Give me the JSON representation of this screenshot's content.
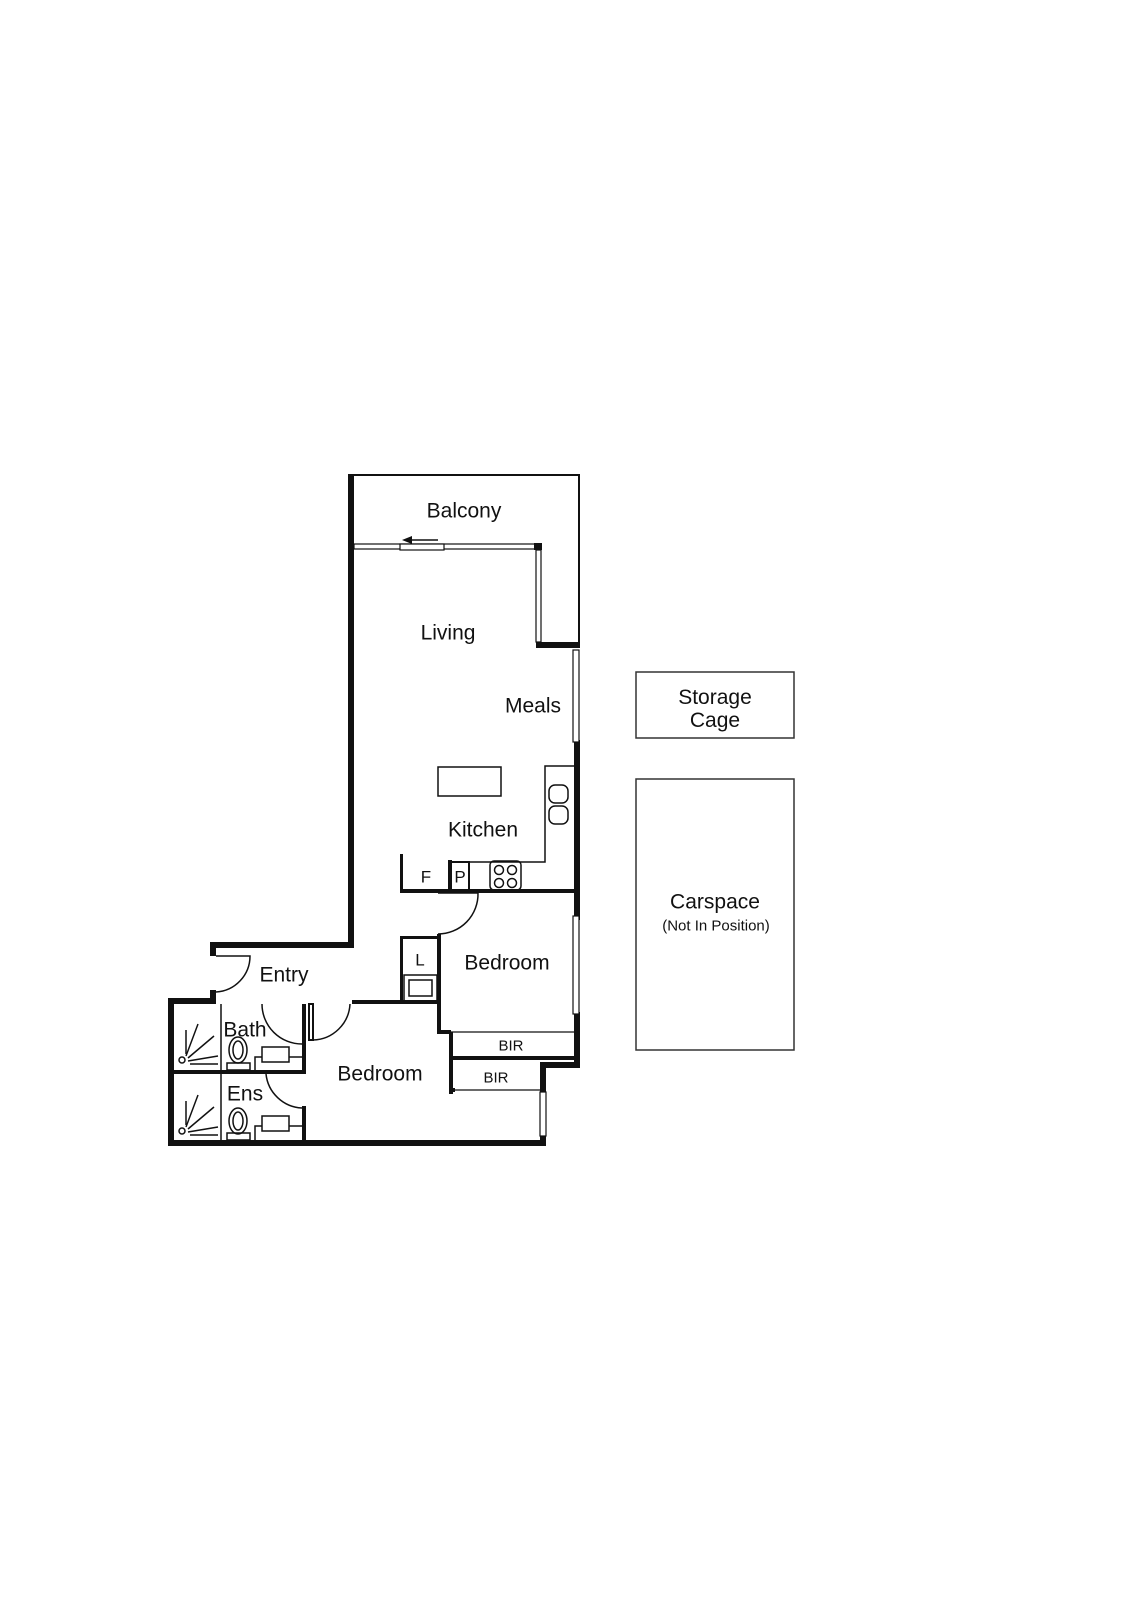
{
  "floorplan": {
    "rooms": {
      "balcony": "Balcony",
      "living": "Living",
      "meals": "Meals",
      "kitchen": "Kitchen",
      "fridge": "F",
      "pantry": "P",
      "bedroom1": "Bedroom",
      "laundry": "L",
      "entry": "Entry",
      "bath": "Bath",
      "ensuite": "Ens",
      "bedroom2": "Bedroom",
      "bir1": "BIR",
      "bir2": "BIR"
    },
    "external": {
      "storage_line1": "Storage",
      "storage_line2": "Cage",
      "carspace_title": "Carspace",
      "carspace_note": "(Not In Position)"
    },
    "colors": {
      "wall": "#111111",
      "background": "#ffffff"
    }
  }
}
